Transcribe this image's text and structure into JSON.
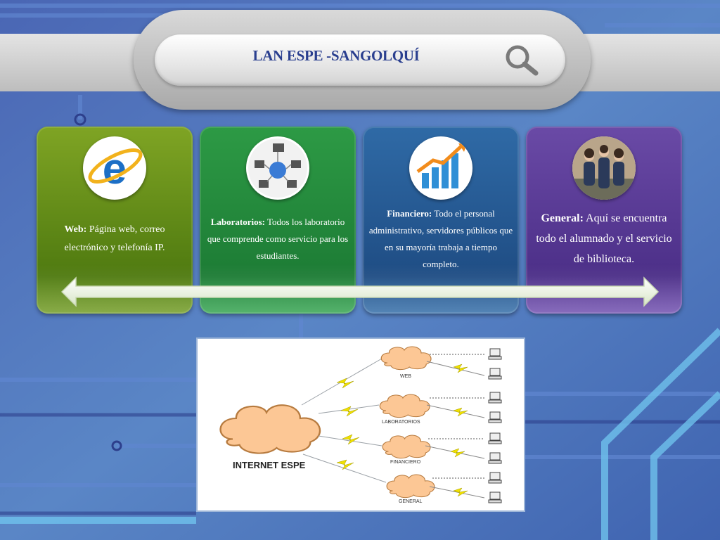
{
  "header": {
    "title": "LAN ESPE -SANGOLQUÍ",
    "icon": "magnifier-icon"
  },
  "cards": [
    {
      "heading": "Web:",
      "text": " Página web, correo electrónico y telefonía IP.",
      "icon": "internet-explorer-icon",
      "color": "#6a9420"
    },
    {
      "heading": "Laboratorios:",
      "text": " Todos los laboratorio que comprende como servicio para los estudiantes.",
      "icon": "network-computers-icon",
      "color": "#239040"
    },
    {
      "heading": "Financiero:",
      "text": " Todo el personal administrativo, servidores públicos que en su mayoría trabaja a tiempo completo.",
      "icon": "bar-chart-growth-icon",
      "color": "#285d98"
    },
    {
      "heading": "General:",
      "text": " Aquí se encuentra todo el alumnado y el servicio de biblioteca.",
      "icon": "students-photo",
      "color": "#5b3c9a"
    }
  ],
  "diagram": {
    "main_label": "INTERNET ESPE",
    "branches": [
      "WEB",
      "LABORATORIOS",
      "FINANCIERO",
      "GENERAL"
    ]
  }
}
